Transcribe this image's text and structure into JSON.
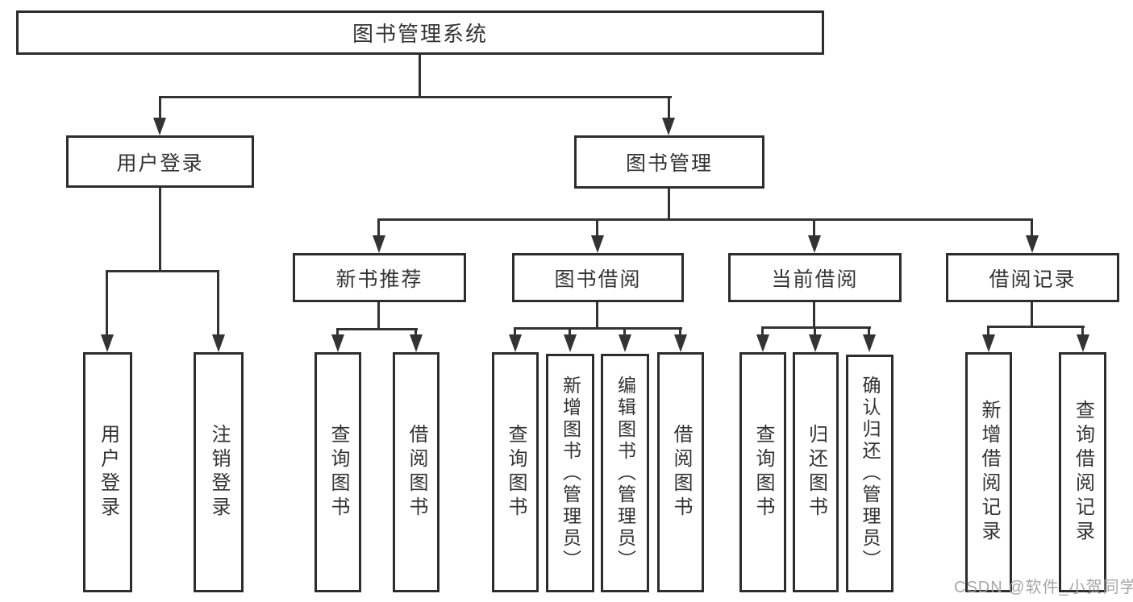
{
  "tree": {
    "root": {
      "label": "图书管理系统"
    },
    "branches": [
      {
        "label": "用户登录",
        "children": [
          {
            "label": "用户登录"
          },
          {
            "label": "注销登录"
          }
        ]
      },
      {
        "label": "图书管理",
        "children": [
          {
            "label": "新书推荐",
            "children": [
              {
                "label": "查询图书"
              },
              {
                "label": "借阅图书"
              }
            ]
          },
          {
            "label": "图书借阅",
            "children": [
              {
                "label": "查询图书"
              },
              {
                "label": "新增图书（管理员）"
              },
              {
                "label": "编辑图书（管理员）"
              },
              {
                "label": "借阅图书"
              }
            ]
          },
          {
            "label": "当前借阅",
            "children": [
              {
                "label": "查询图书"
              },
              {
                "label": "归还图书"
              },
              {
                "label": "确认归还（管理员）"
              }
            ]
          },
          {
            "label": "借阅记录",
            "children": [
              {
                "label": "新增借阅记录"
              },
              {
                "label": "查询借阅记录"
              }
            ]
          }
        ]
      }
    ]
  },
  "watermark": {
    "text": "CSDN @软件_小贺同学"
  },
  "colors": {
    "background": "#ffffff",
    "box_border": "#2d2d2d",
    "line": "#333333",
    "text": "#333333",
    "watermark": "#9e9e9e"
  }
}
